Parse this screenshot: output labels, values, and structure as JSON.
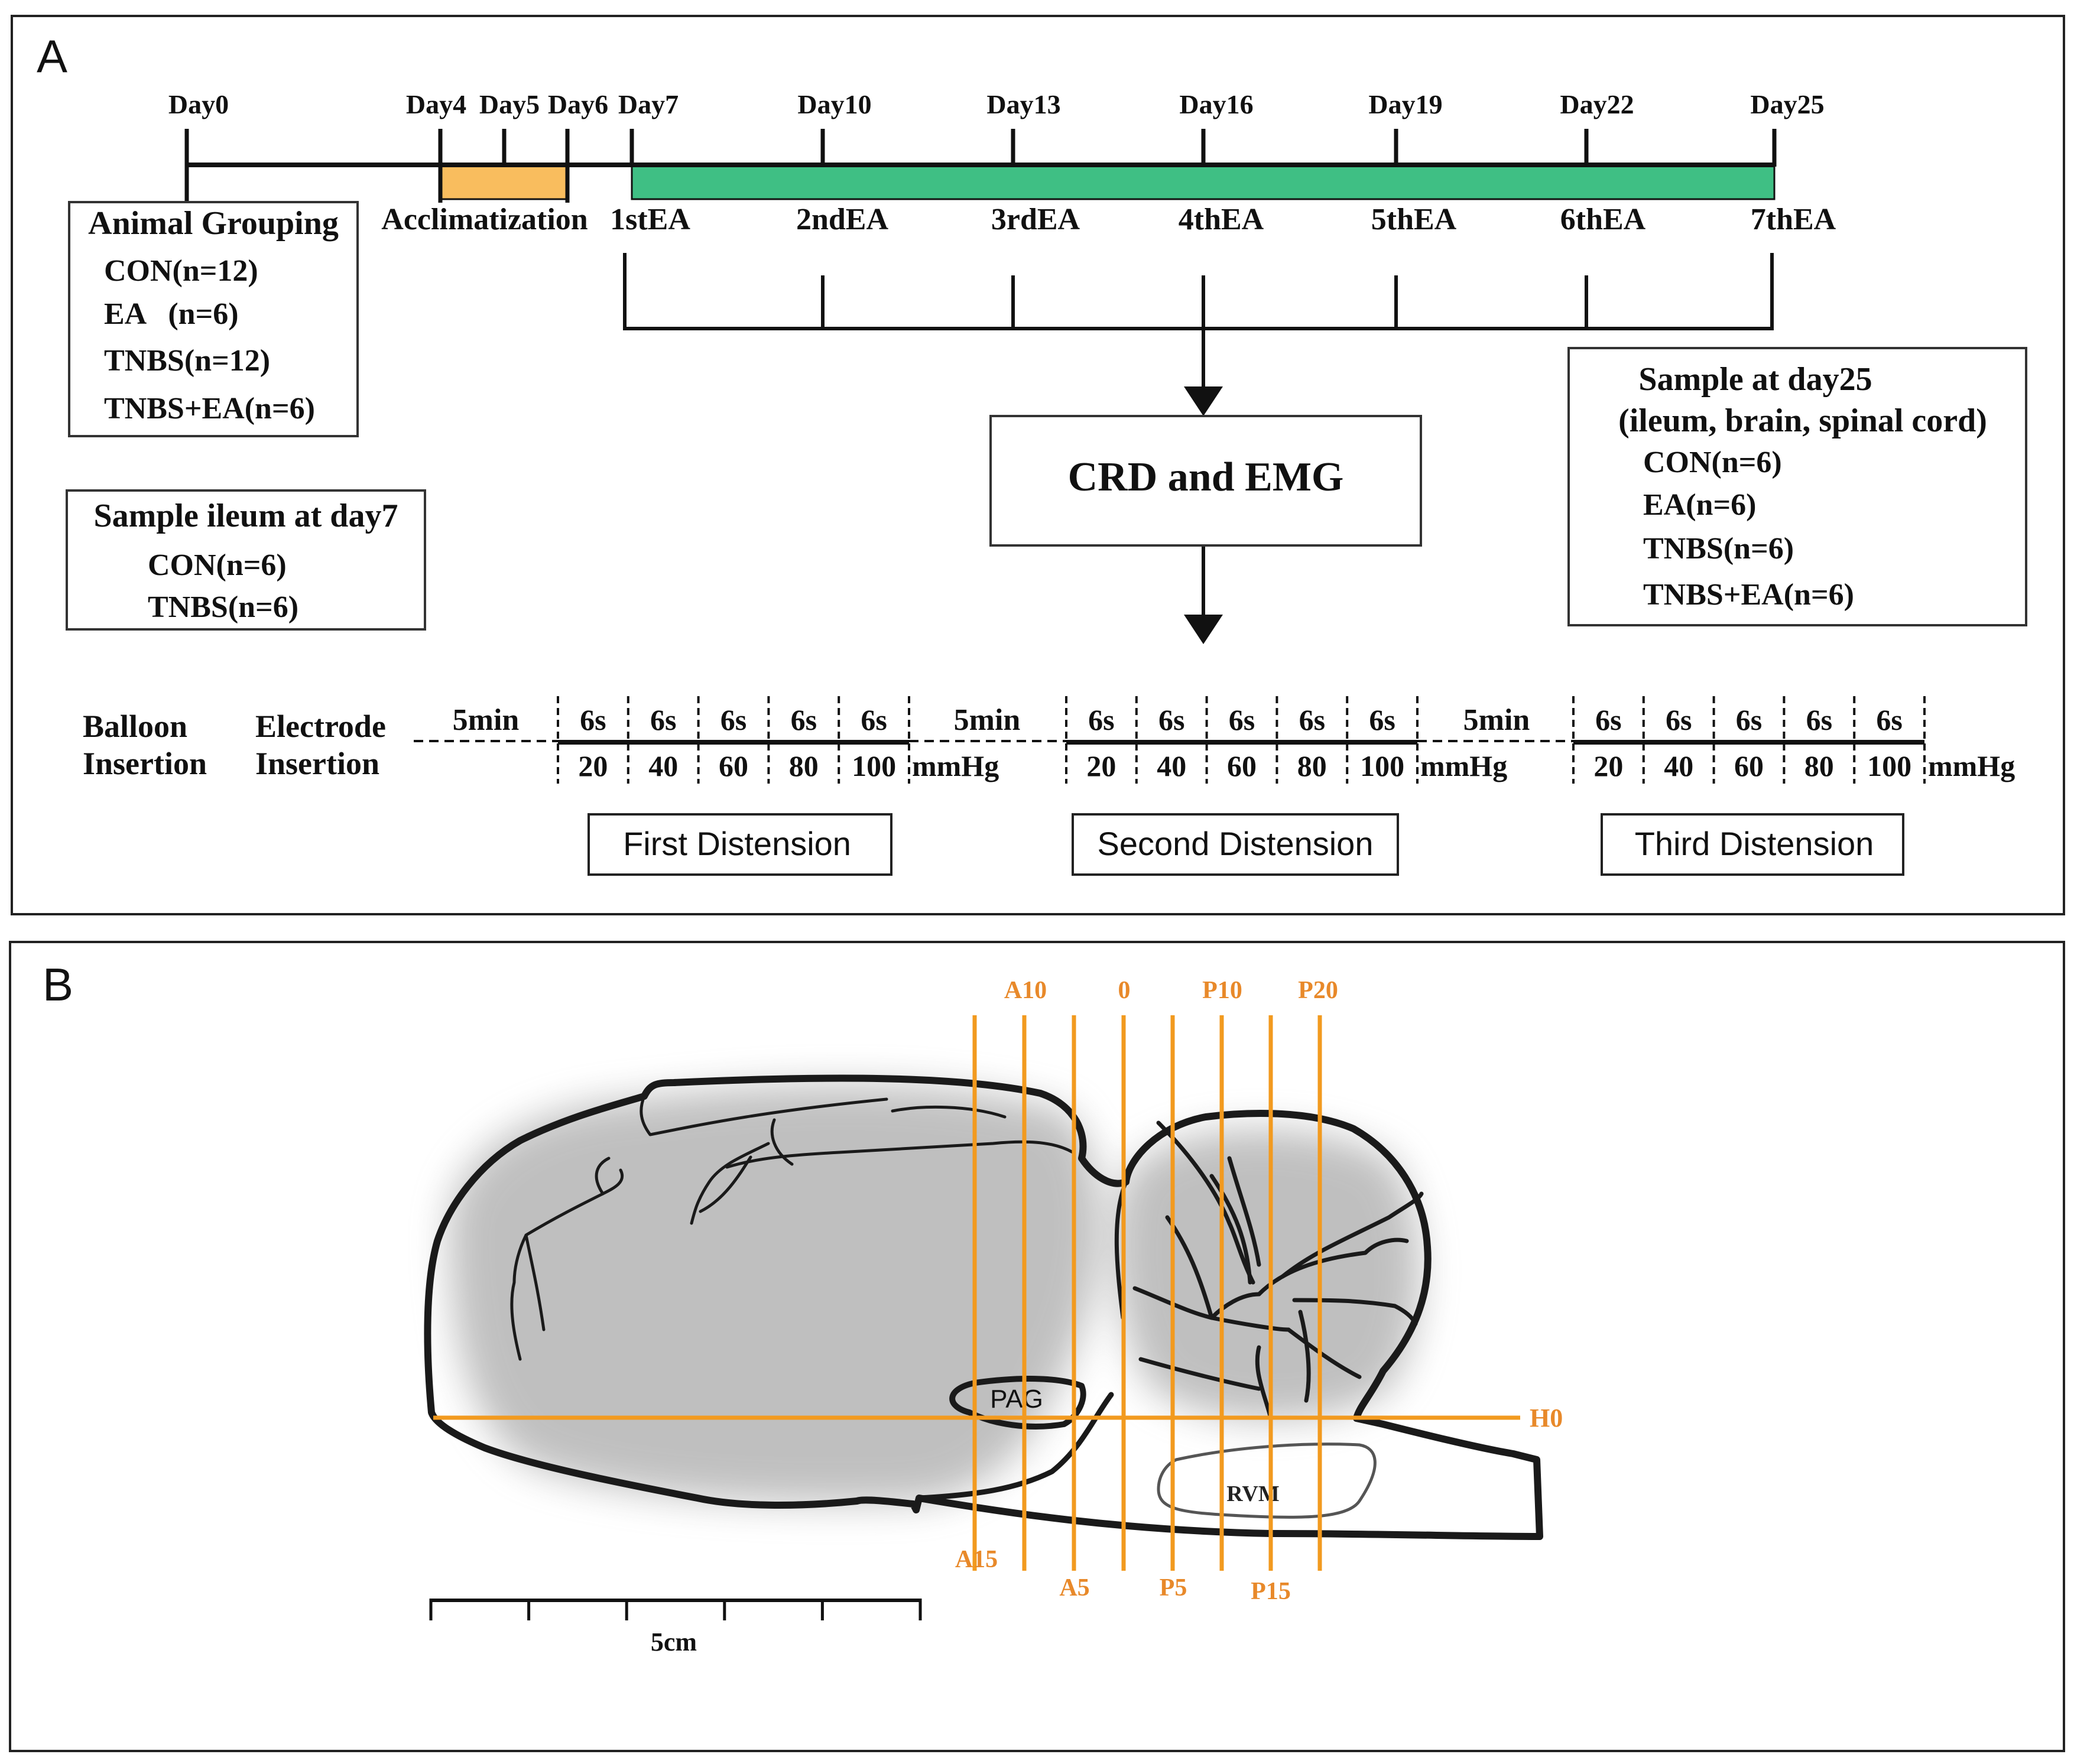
{
  "panel_a": {
    "letter": "A",
    "timeline": {
      "days": [
        "Day0",
        "Day4",
        "Day5",
        "Day6",
        "Day7",
        "Day10",
        "Day13",
        "Day16",
        "Day19",
        "Day22",
        "Day25"
      ],
      "acclimatization_label": "Acclimatization",
      "ea_labels": [
        "1stEA",
        "2ndEA",
        "3rdEA",
        "4thEA",
        "5thEA",
        "6thEA",
        "7thEA"
      ],
      "acclimatization_color": "#f9bd5e",
      "treatment_color": "#3fbf84"
    },
    "animal_grouping": {
      "title": "Animal Grouping",
      "lines": [
        "CON(n=12)",
        "EA   (n=6)",
        "TNBS(n=12)",
        "TNBS+EA(n=6)"
      ]
    },
    "sample_day7": {
      "title": "Sample ileum at day7",
      "lines": [
        "CON(n=6)",
        "TNBS(n=6)"
      ]
    },
    "sample_day25": {
      "title": "Sample at day25",
      "subtitle": "(ileum, brain, spinal cord)",
      "lines": [
        "CON(n=6)",
        "EA(n=6)",
        "TNBS(n=6)",
        "TNBS+EA(n=6)"
      ]
    },
    "crd_box": "CRD and EMG",
    "protocol": {
      "balloon": [
        "Balloon",
        "Insertion"
      ],
      "electrode": [
        "Electrode",
        "Insertion"
      ],
      "rest": "5min",
      "step": "6s",
      "pressures": [
        "20",
        "40",
        "60",
        "80",
        "100"
      ],
      "unit": "mmHg",
      "distensions": [
        "First Distension",
        "Second Distension",
        "Third Distension"
      ]
    }
  },
  "panel_b": {
    "letter": "B",
    "coronal_top": [
      "A10",
      "0",
      "P10",
      "P20"
    ],
    "coronal_bottom": [
      "A15",
      "A5",
      "P5",
      "P15"
    ],
    "horizontal": "H0",
    "regions": [
      "PAG",
      "RVM"
    ],
    "scale_label": "5cm",
    "line_color": "#f29a1f",
    "label_color": "#e8892a"
  }
}
